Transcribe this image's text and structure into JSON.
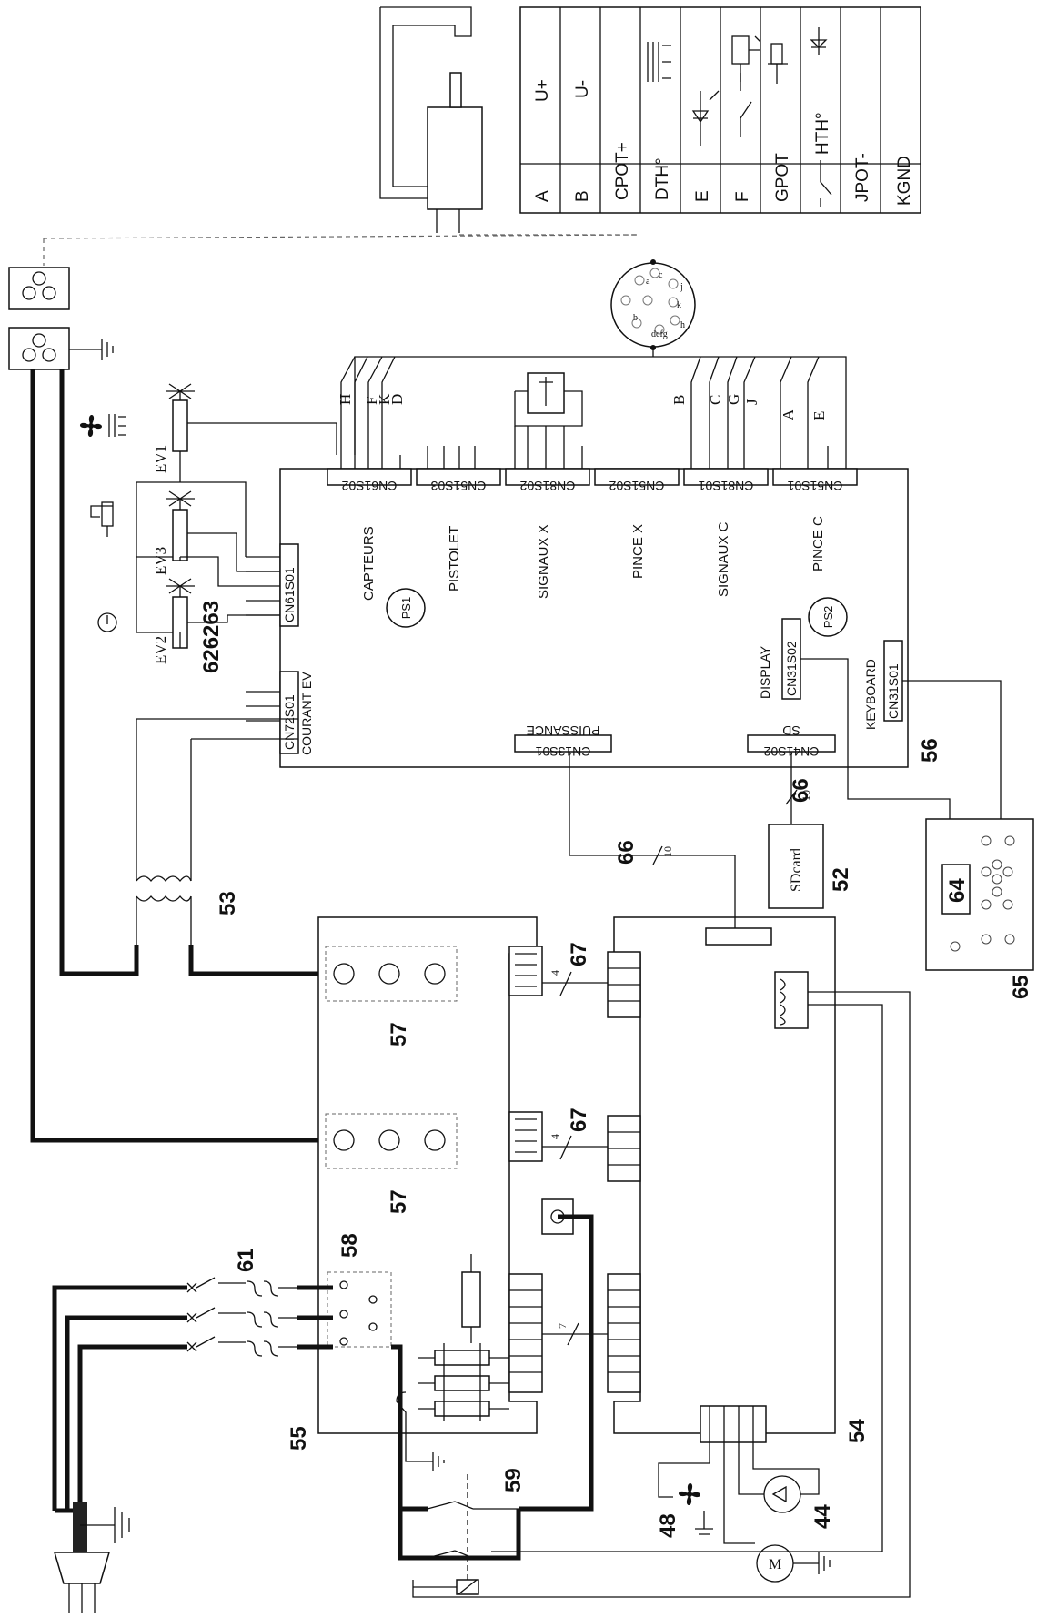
{
  "legend": {
    "letters": [
      "A",
      "B",
      "",
      "",
      "E",
      "F",
      "",
      "",
      "",
      "KGND"
    ],
    "codes": [
      "U+",
      "U-",
      "CPOT+",
      "DTH°",
      "",
      "",
      "GPOT",
      "HTH°",
      "JPOT-",
      ""
    ],
    "rows": [
      {
        "letter": "A",
        "code": "U+"
      },
      {
        "letter": "B",
        "code": "U-"
      },
      {
        "letter": "",
        "code": "CPOT+"
      },
      {
        "letter": "",
        "code": "DTH°"
      },
      {
        "letter": "E",
        "code": ""
      },
      {
        "letter": "F",
        "code": ""
      },
      {
        "letter": "",
        "code": "GPOT"
      },
      {
        "letter": "",
        "code": "HTH°"
      },
      {
        "letter": "",
        "code": "JPOT-"
      },
      {
        "letter": "KGND",
        "code": ""
      }
    ]
  },
  "connector_pins": [
    "a",
    "c",
    "j",
    "k",
    "h",
    "b",
    "h",
    "dcfg",
    "e"
  ],
  "main_board": {
    "top_connectors": [
      "CN61S02",
      "CN51S03",
      "CN81S02",
      "CN51S02",
      "CN81S01",
      "CN51S01"
    ],
    "top_labels": [
      "CAPTEURS",
      "PISTOLET",
      "SIGNAUX X",
      "PINCE X",
      "SIGNAUX C",
      "PINCE C"
    ],
    "wire_letters_left": [
      "H",
      "F",
      "K",
      "D"
    ],
    "wire_letters_right": [
      "B",
      "C",
      "G",
      "J",
      "A",
      "E"
    ],
    "ps1": "PS1",
    "ps2": "PS2",
    "cn61s01": "CN61S01",
    "cn72s01": "CN72S01",
    "courant_ev": "COURANT EV",
    "cn13s01": "CN13S01",
    "puissance": "PUISSANCE",
    "display": "DISPLAY",
    "cn31s02": "CN31S02",
    "keyboard": "KEYBOARD",
    "cn31s01": "CN31S01",
    "cn41s02": "CN41S02",
    "sd": "SD"
  },
  "valves": [
    "EV1",
    "EV3",
    "EV2"
  ],
  "callouts": {
    "c626263": "626263",
    "c53": "53",
    "c56": "56",
    "c66a": "66",
    "c66b": "66",
    "c52": "52",
    "c64": "64",
    "c65": "65",
    "c67a": "67",
    "c67b": "67",
    "c57a": "57",
    "c57b": "57",
    "c58": "58",
    "c61": "61",
    "c55": "55",
    "c54": "54",
    "c59": "59",
    "c48": "48",
    "c44": "44"
  },
  "bus_counts": {
    "b10a": "10",
    "b10b": "10",
    "b4a": "4",
    "b4b": "4",
    "b7": "7"
  },
  "sdcard": "SDcard",
  "motor": "M"
}
